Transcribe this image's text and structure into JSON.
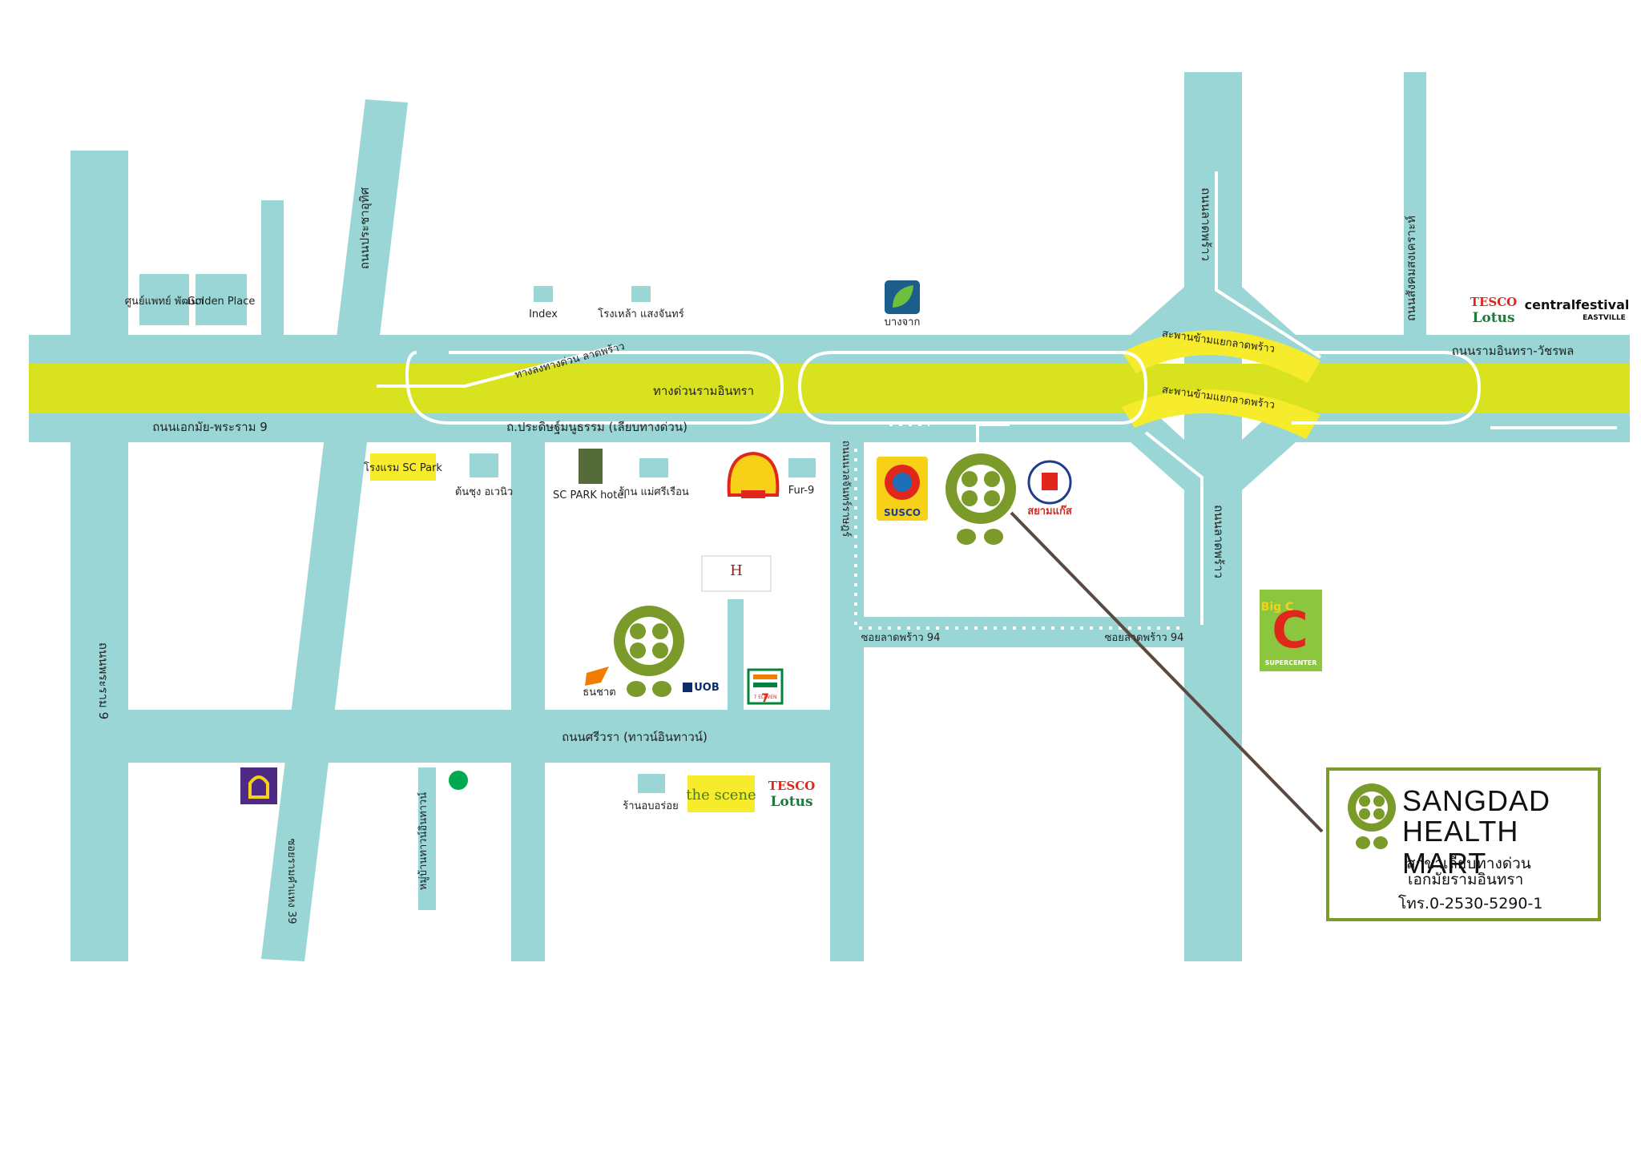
{
  "colors": {
    "road": "#9ad6d6",
    "expressway": "#d9e21f",
    "bridge": "#f6ec2c",
    "logo_green": "#7a9a2a",
    "box_border": "#7a9a2a"
  },
  "roads": {
    "expressway": "ทางด่วนรามอินทรา",
    "main_road": "ถนนเอกมัย-พระราม 9",
    "service_road": "ถ.ประดิษฐ์มนูธรรม (เลียบทางด่วน)",
    "ramp": "ทางลงทางด่วน ลาดพร้าว",
    "prachauthit": "ถนนประชาอุทิศ",
    "rama9": "ถนนพระราม 9",
    "ladprao_north": "ถนนลาดพร้าว",
    "ladprao_south": "ถนนลาดพร้าว",
    "sangkhom": "ถนนสังคมสงเคราะห์",
    "ramintra": "ถนนรามอินทรา-วัชรพล",
    "bridge1": "สะพานข้ามแยกลาดพร้าว",
    "bridge2": "สะพานข้ามแยกลาดพร้าว",
    "nuanchan": "ถนนนวลจันทร์ราษฎร์",
    "soi94_left": "ซอยลาดพร้าว 94",
    "soi94_right": "ซอยลาดพร้าว 94",
    "sriwara": "ถนนศรีวรา (ทาวน์อินทาวน์)",
    "townintown": "หมู่บ้านทาวน์อินทาวน์",
    "soi39": "ซอยรามคำแหง 39"
  },
  "places": {
    "medical": "ศูนย์แพทย์ พัฒนา",
    "golden": "Golden Place",
    "index": "Index",
    "foundry": "โรงเหล้า แสงจันทร์",
    "bangchak": "บางจาก",
    "hotel_label": "โรงแรม SC Park",
    "tonchung": "ต้นชุง อเวนิว",
    "scpark": "SC PARK hotel",
    "maesri": "ร้าน แม่ศรีเรือน",
    "fur9": "Fur-9",
    "susco": "SUSCO",
    "siamgas": "สยามแก๊ส",
    "thanachart": "ธนชาต",
    "uob": "UOB",
    "seven": "7 ELEVEN",
    "aroi": "ร้านอบอร่อย",
    "scene": "the scene",
    "tesco_top": "TESCO",
    "lotus_top": "Lotus",
    "tesco_bottom": "TESCO",
    "lotus_bottom": "Lotus",
    "central": "centralfestival",
    "eastville": "EASTVILLE",
    "bigc": "Big C",
    "supercenter": "SUPERCENTER"
  },
  "info": {
    "name_line1": "SANGDAD",
    "name_line2": "HEALTH  MART",
    "branch_line1": "สาขาเลียบทางด่วน",
    "branch_line2": "เอกมัยรามอินทรา",
    "phone": "โทร.0-2530-5290-1"
  }
}
